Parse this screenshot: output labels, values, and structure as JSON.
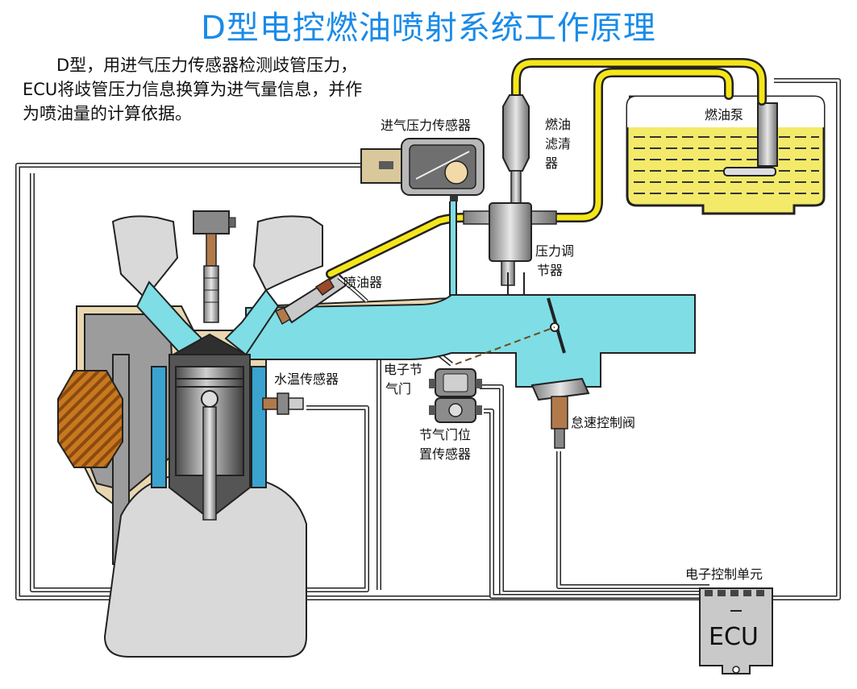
{
  "title": "D型电控燃油喷射系统工作原理",
  "description": "D型，用进气压力传感器检测歧管压力，ECU将歧管压力信息换算为进气量信息，并作为喷油量的计算依据。",
  "labels": {
    "intake_pressure_sensor": "进气压力传感器",
    "fuel_filter": [
      "燃油",
      "滤清",
      "器"
    ],
    "fuel_pump": "燃油泵",
    "pressure_regulator": [
      "压力调",
      "节器"
    ],
    "injector": "喷油器",
    "coolant_temp_sensor": "水温传感器",
    "electronic_throttle": [
      "电子节",
      "气门"
    ],
    "throttle_position_sensor": [
      "节气门位",
      "置传感器"
    ],
    "idle_control_valve": "怠速控制阀",
    "ecu_title": "电子控制单元",
    "ecu_box": "ECU"
  },
  "colors": {
    "title": "#1a8be8",
    "fuel_line": "#f5e61a",
    "intake_air": "#7fdde6",
    "coolant": "#3aa3cf",
    "fuel_tank": "#f3ea6a",
    "wire": "#ffffff",
    "engine_block": "#d9d9d9"
  }
}
